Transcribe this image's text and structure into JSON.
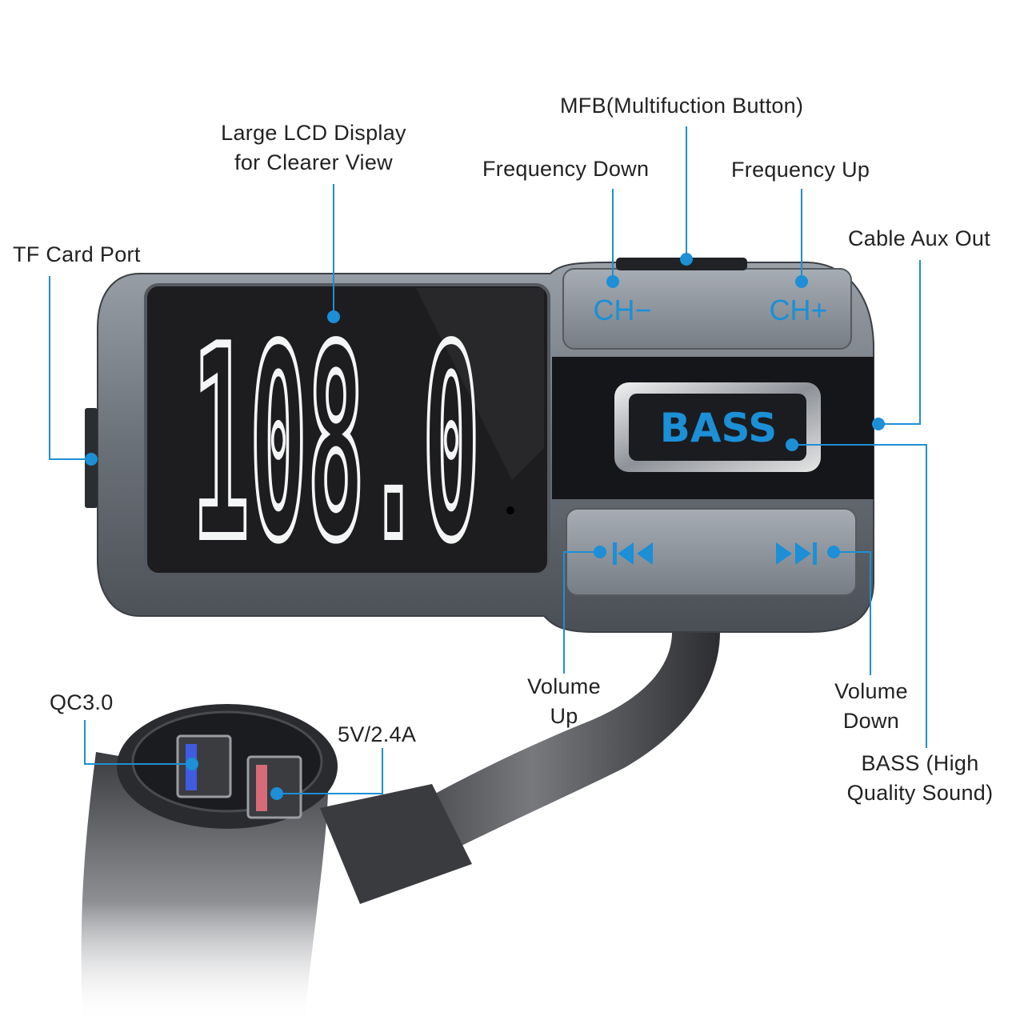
{
  "labels": {
    "tf_card_port": "TF Card Port",
    "lcd_line1": "Large LCD Display",
    "lcd_line2": "for Clearer View",
    "mfb": "MFB(Multifuction Button)",
    "freq_down": "Frequency Down",
    "freq_up": "Frequency Up",
    "cable_aux": "Cable Aux Out",
    "volume_up_line1": "Volume",
    "volume_up_line2": "Up",
    "volume_down_line1": "Volume",
    "volume_down_line2": "Down",
    "bass_line1": "BASS (High",
    "bass_line2": "Quality Sound)",
    "qc30": "QC3.0",
    "usb_5v": "5V/2.4A"
  },
  "device": {
    "frequency": "108.0",
    "bass_text": "BASS",
    "ch_minus": "CH−",
    "ch_plus": "CH+"
  },
  "colors": {
    "accent": "#1c8fd6",
    "body_gray": "#6c7179",
    "screen": "#1d1d20",
    "digits": "#f4f6f6"
  },
  "icons": {
    "prev": "skip-previous-icon",
    "next": "skip-next-icon"
  }
}
